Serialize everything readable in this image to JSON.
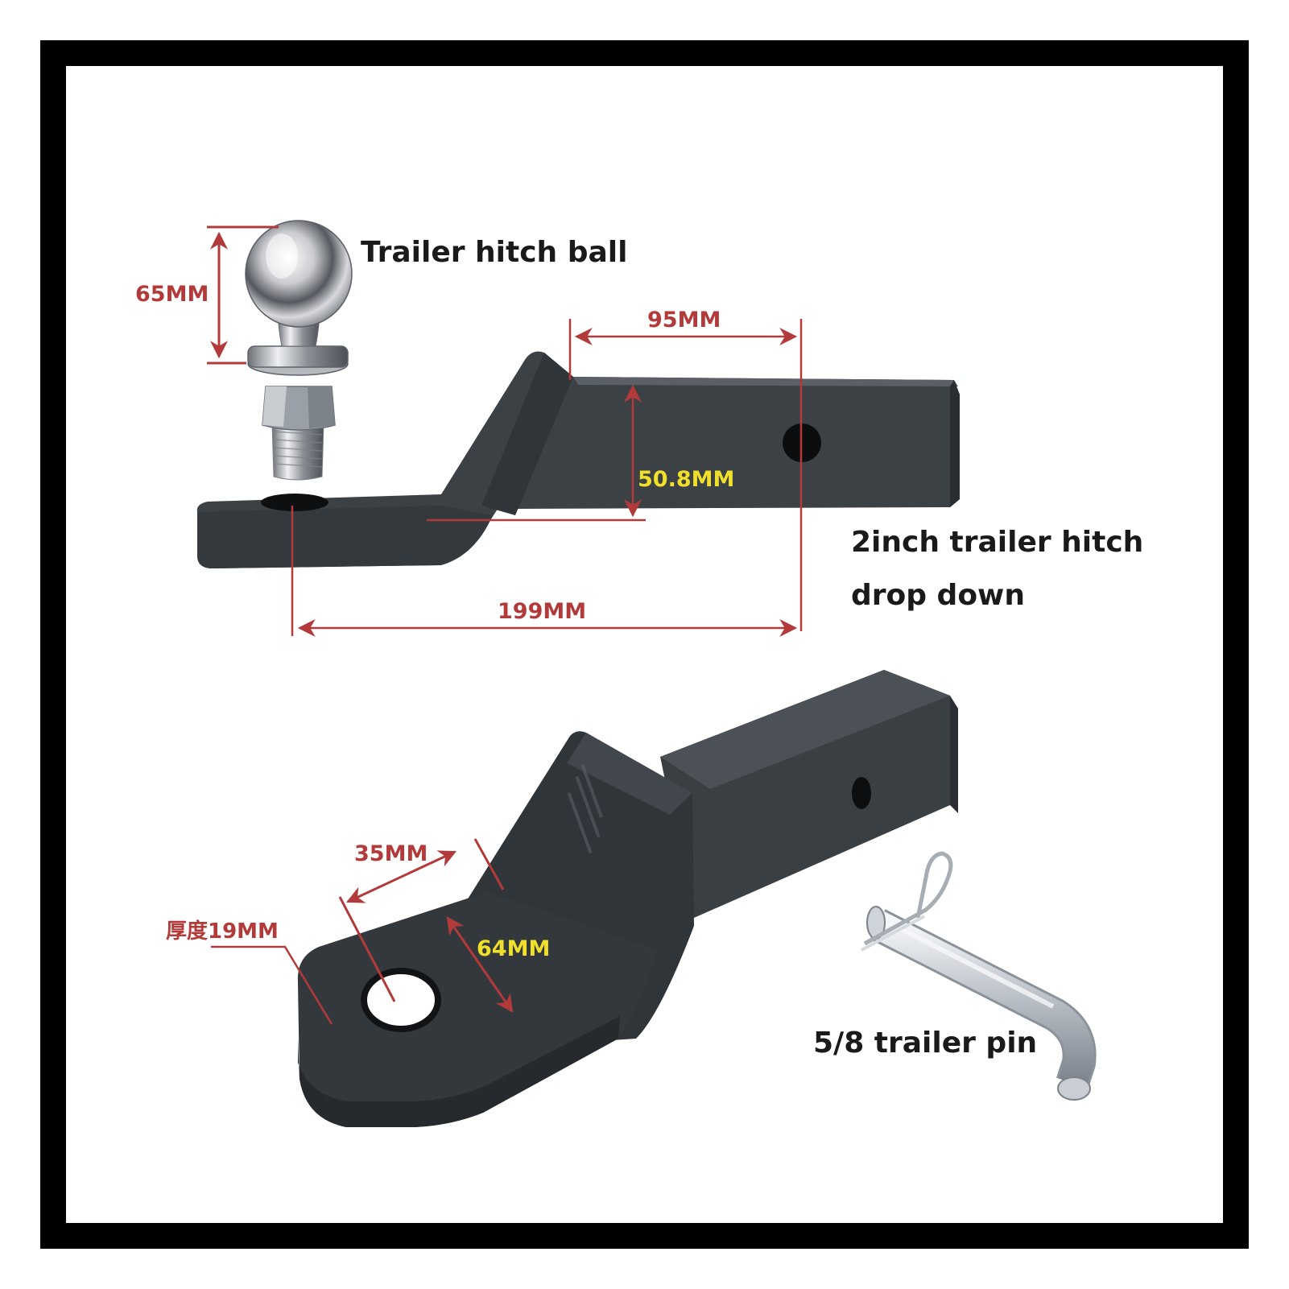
{
  "captions": {
    "ball": "Trailer hitch ball",
    "hitch_line1": "2inch trailer hitch",
    "hitch_line2": "drop down",
    "pin": "5/8 trailer pin"
  },
  "dimensions": {
    "ball_height": "65MM",
    "hole_spacing": "95MM",
    "drop_height": "50.8MM",
    "total_length": "199MM",
    "hole_to_bend": "35MM",
    "platform_width": "64MM",
    "thickness": "厚度19MM"
  },
  "colors": {
    "frame": "#000000",
    "dimension_red": "#b23a3a",
    "dimension_yellow": "#f0e02a",
    "hitch_body": "#3c4146"
  }
}
